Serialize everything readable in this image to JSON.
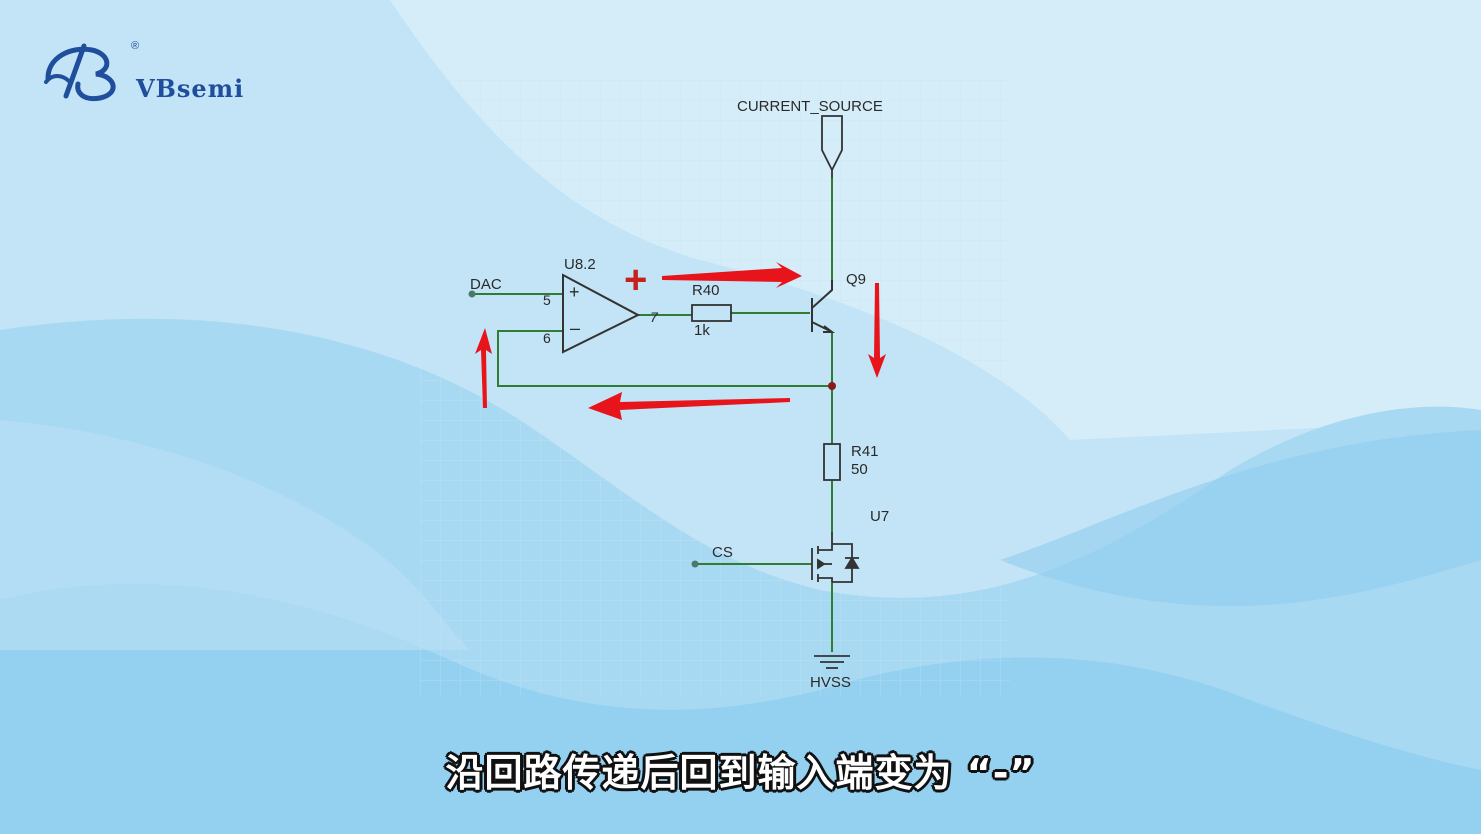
{
  "brand": {
    "name": "VBsemi",
    "registered": "®"
  },
  "schematic": {
    "nets": {
      "current_source": "CURRENT_SOURCE",
      "dac": "DAC",
      "cs": "CS",
      "hvss": "HVSS"
    },
    "opamp": {
      "ref": "U8.2",
      "pin_plus": "5",
      "pin_minus": "6",
      "pin_out": "7",
      "plus_sign": "+",
      "minus_sign": "–"
    },
    "r40": {
      "ref": "R40",
      "value": "1k"
    },
    "q9": {
      "ref": "Q9"
    },
    "r41": {
      "ref": "R41",
      "value": "50"
    },
    "u7": {
      "ref": "U7"
    },
    "annotation_plus": "+"
  },
  "subtitle": "沿回路传递后回到输入端变为 “-”",
  "colors": {
    "arrow": "#e8141b",
    "wire": "#2e7d32",
    "brand": "#1f4e9c"
  }
}
